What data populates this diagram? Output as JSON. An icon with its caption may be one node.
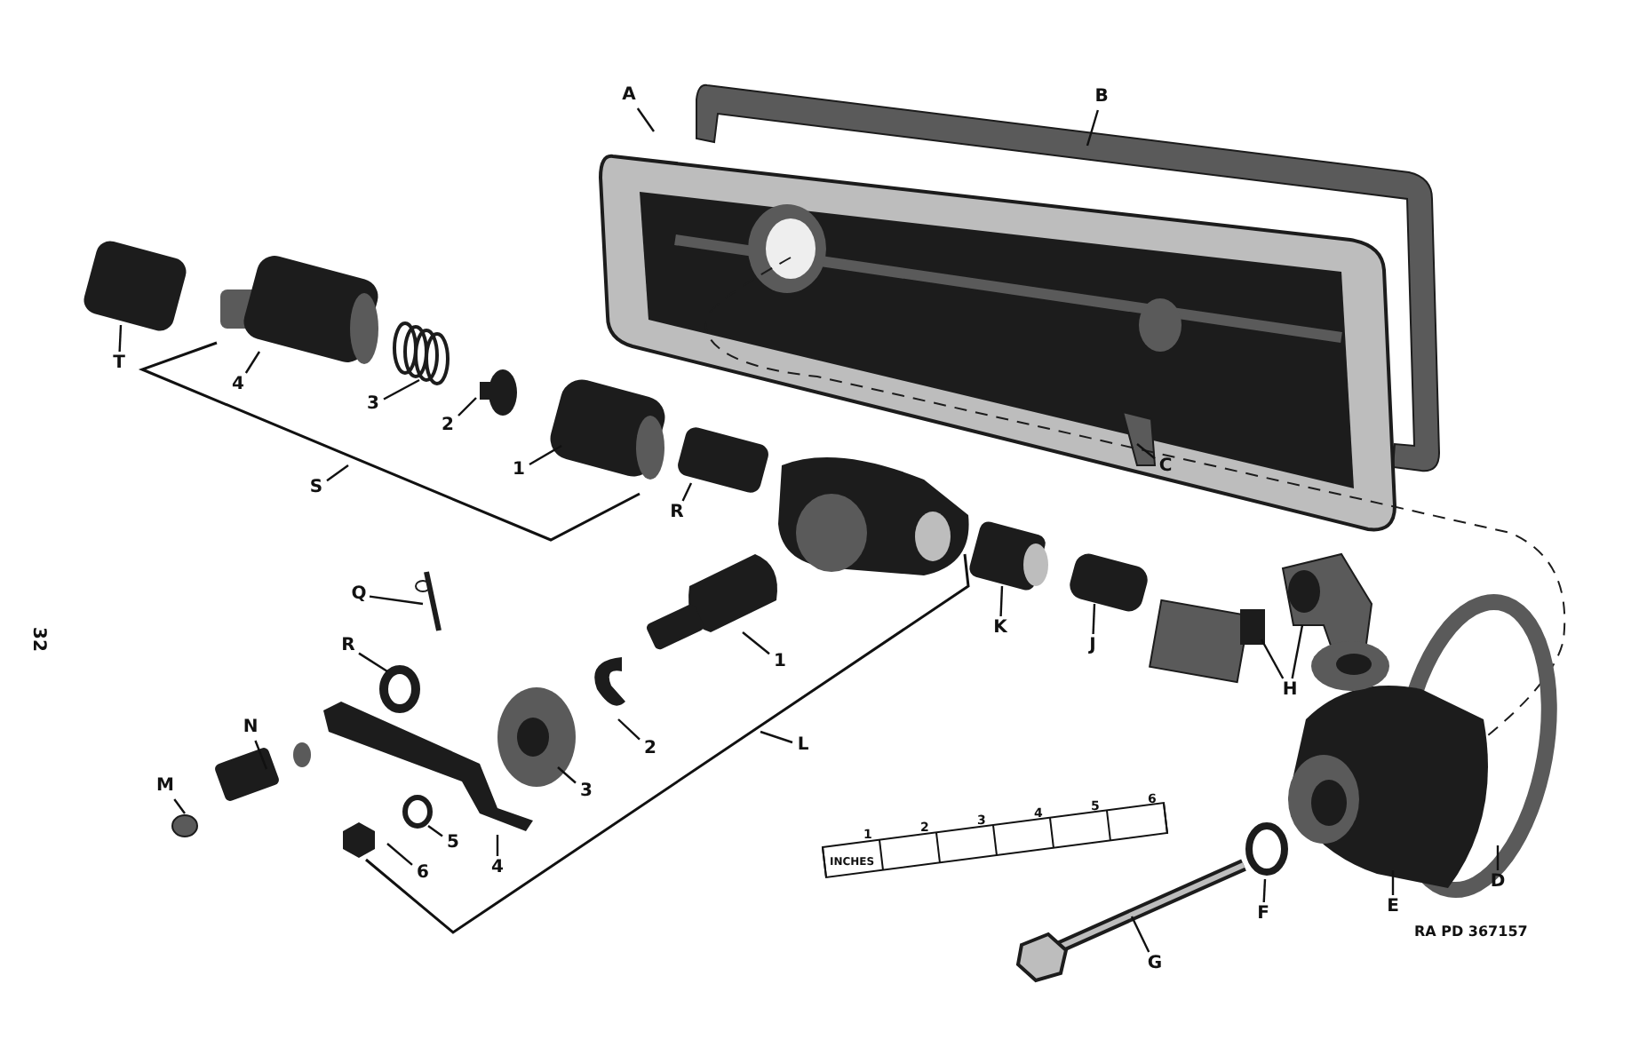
{
  "diagram": {
    "nodes": [
      {
        "text": [
          "A"
        ]
      },
      {
        "text": [
          "B"
        ]
      },
      {
        "text": [
          "C"
        ]
      },
      {
        "text": [
          "T"
        ]
      },
      {
        "text": [
          "4"
        ]
      },
      {
        "text": [
          "3"
        ]
      },
      {
        "text": [
          "2"
        ]
      },
      {
        "text": [
          "1"
        ]
      },
      {
        "text": [
          "S"
        ]
      },
      {
        "text": [
          "R"
        ]
      },
      {
        "text": [
          "Q"
        ]
      },
      {
        "text": [
          "R"
        ]
      },
      {
        "text": [
          "N"
        ]
      },
      {
        "text": [
          "M"
        ]
      },
      {
        "text": [
          "1"
        ]
      },
      {
        "text": [
          "2"
        ]
      },
      {
        "text": [
          "3"
        ]
      },
      {
        "text": [
          "4"
        ]
      },
      {
        "text": [
          "5"
        ]
      },
      {
        "text": [
          "6"
        ]
      },
      {
        "text": [
          "L"
        ]
      },
      {
        "text": [
          "K"
        ]
      },
      {
        "text": [
          "J"
        ]
      },
      {
        "text": [
          "H"
        ]
      },
      {
        "text": [
          "D"
        ]
      },
      {
        "text": [
          "E"
        ]
      },
      {
        "text": [
          "F"
        ]
      },
      {
        "text": [
          "G"
        ]
      }
    ],
    "edges": [
      {
        "from": 0,
        "to": null,
        "arrow": "none"
      },
      {
        "from": 1,
        "to": null,
        "arrow": "none"
      },
      {
        "from": 2,
        "to": null,
        "arrow": "none"
      },
      {
        "from": 3,
        "to": null,
        "arrow": "none"
      },
      {
        "from": 4,
        "to": null,
        "arrow": "none"
      },
      {
        "from": 5,
        "to": null,
        "arrow": "none"
      },
      {
        "from": 6,
        "to": null,
        "arrow": "none"
      },
      {
        "from": 7,
        "to": null,
        "arrow": "none"
      },
      {
        "from": 8,
        "to": null,
        "arrow": "none"
      },
      {
        "from": 9,
        "to": null,
        "arrow": "none"
      },
      {
        "from": 10,
        "to": null,
        "arrow": "none"
      },
      {
        "from": 11,
        "to": null,
        "arrow": "none"
      },
      {
        "from": 12,
        "to": null,
        "arrow": "none"
      },
      {
        "from": 13,
        "to": null,
        "arrow": "none"
      },
      {
        "from": 14,
        "to": null,
        "arrow": "none"
      },
      {
        "from": 15,
        "to": null,
        "arrow": "none"
      },
      {
        "from": 16,
        "to": null,
        "arrow": "none"
      },
      {
        "from": 17,
        "to": null,
        "arrow": "none"
      },
      {
        "from": 18,
        "to": null,
        "arrow": "none"
      },
      {
        "from": 19,
        "to": null,
        "arrow": "none"
      },
      {
        "from": 20,
        "to": null,
        "arrow": "none"
      },
      {
        "from": 21,
        "to": null,
        "arrow": "none"
      },
      {
        "from": 22,
        "to": null,
        "arrow": "none"
      },
      {
        "from": 23,
        "to": null,
        "arrow": "none"
      },
      {
        "from": 23,
        "to": null,
        "arrow": "none"
      },
      {
        "from": 24,
        "to": null,
        "arrow": "none"
      },
      {
        "from": 25,
        "to": null,
        "arrow": "none"
      },
      {
        "from": 26,
        "to": null,
        "arrow": "none"
      },
      {
        "from": 27,
        "to": null,
        "arrow": "none"
      }
    ],
    "labels": [
      "32",
      "INCHES",
      "1",
      "2",
      "3",
      "4",
      "5",
      "6",
      "RA PD 367157"
    ]
  }
}
